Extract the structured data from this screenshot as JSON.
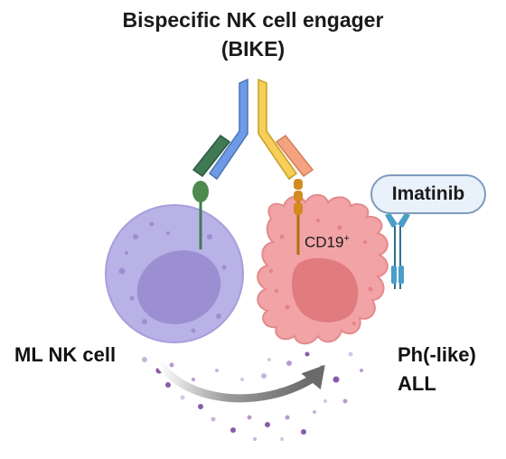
{
  "title": {
    "line1": "Bispecific NK cell engager",
    "line2": "(BIKE)"
  },
  "labels": {
    "nk_cell": "ML NK cell",
    "target_line1": "Ph(-like)",
    "target_line2": "ALL",
    "drug": "Imatinib",
    "marker": "CD19",
    "marker_sup": "+"
  },
  "colors": {
    "nk_outer": "#b9b2e6",
    "nk_nucleus": "#9c8fd1",
    "tumor": "#f2a3a5",
    "tumor_nucleus": "#e07b80",
    "antibody_blue": "#6f9be6",
    "antibody_yellow": "#f7cf58",
    "fragment_green": "#3f7a55",
    "fragment_orange": "#f3a37f",
    "cd16_green": "#4e8a4e",
    "cd19_orange": "#d48a1e",
    "receptor_teal": "#4a9ec7",
    "drug_pill_border": "#7d9bbd",
    "drug_pill_fill": "#e9f1fa",
    "granule_purple": "#8a5aa8",
    "arrow_gray": "#707070"
  }
}
